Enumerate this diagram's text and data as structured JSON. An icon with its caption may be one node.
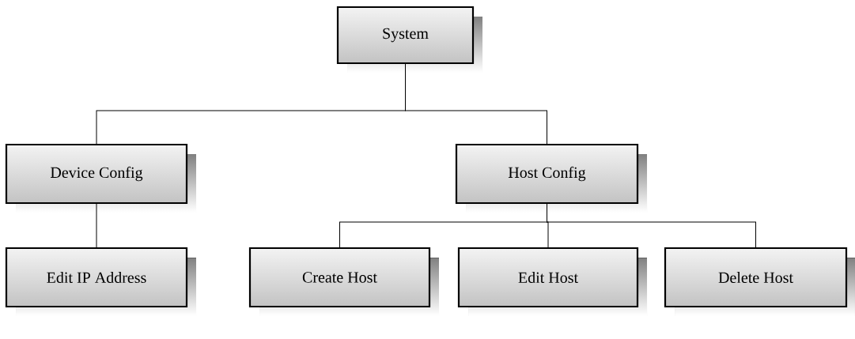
{
  "diagram": {
    "nodes": [
      {
        "text": [
          "System"
        ]
      },
      {
        "text": [
          "Device Config"
        ]
      },
      {
        "text": [
          "Host Config"
        ]
      },
      {
        "text": [
          "Edit IP Address"
        ]
      },
      {
        "text": [
          "Create Host"
        ]
      },
      {
        "text": [
          "Edit Host"
        ]
      },
      {
        "text": [
          "Delete Host"
        ]
      }
    ],
    "edges": [
      {
        "from": 0,
        "to": 1,
        "arrow": "none"
      },
      {
        "from": 0,
        "to": 2,
        "arrow": "none"
      },
      {
        "from": 1,
        "to": 3,
        "arrow": "none"
      },
      {
        "from": 2,
        "to": 4,
        "arrow": "none"
      },
      {
        "from": 2,
        "to": 5,
        "arrow": "none"
      },
      {
        "from": 2,
        "to": 6,
        "arrow": "none"
      }
    ]
  }
}
